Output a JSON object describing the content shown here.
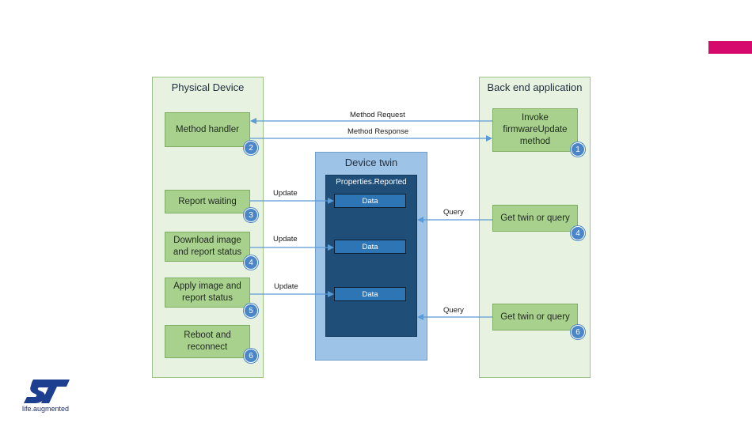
{
  "physical_device": {
    "title": "Physical Device",
    "boxes": [
      {
        "label": "Method handler",
        "badge": "2"
      },
      {
        "label": "Report waiting",
        "badge": "3"
      },
      {
        "label": "Download image and report status",
        "badge": "4"
      },
      {
        "label": "Apply image and report status",
        "badge": "5"
      },
      {
        "label": "Reboot and reconnect",
        "badge": "6"
      }
    ]
  },
  "backend": {
    "title": "Back end application",
    "boxes": [
      {
        "label": "Invoke firmwareUpdate method",
        "badge": "1"
      },
      {
        "label": "Get twin or query",
        "badge": "4"
      },
      {
        "label": "Get twin or query",
        "badge": "6"
      }
    ]
  },
  "device_twin": {
    "title": "Device twin",
    "section": "Properties.Reported",
    "data": [
      "Data",
      "Data",
      "Data"
    ]
  },
  "arrows": {
    "method_request": "Method Request",
    "method_response": "Method Response",
    "updates": [
      "Update",
      "Update",
      "Update"
    ],
    "queries": [
      "Query",
      "Query"
    ]
  },
  "logo": {
    "brand": "ST",
    "tagline": "life.augmented"
  },
  "colors": {
    "accent": "#d6096c",
    "panel_green": "#e8f2e0",
    "box_green": "#a9d18e",
    "twin_light": "#9dc3e6",
    "twin_dark": "#1f4e79",
    "data_blue": "#2e75b6",
    "arrow_blue": "#5b9bd5"
  }
}
